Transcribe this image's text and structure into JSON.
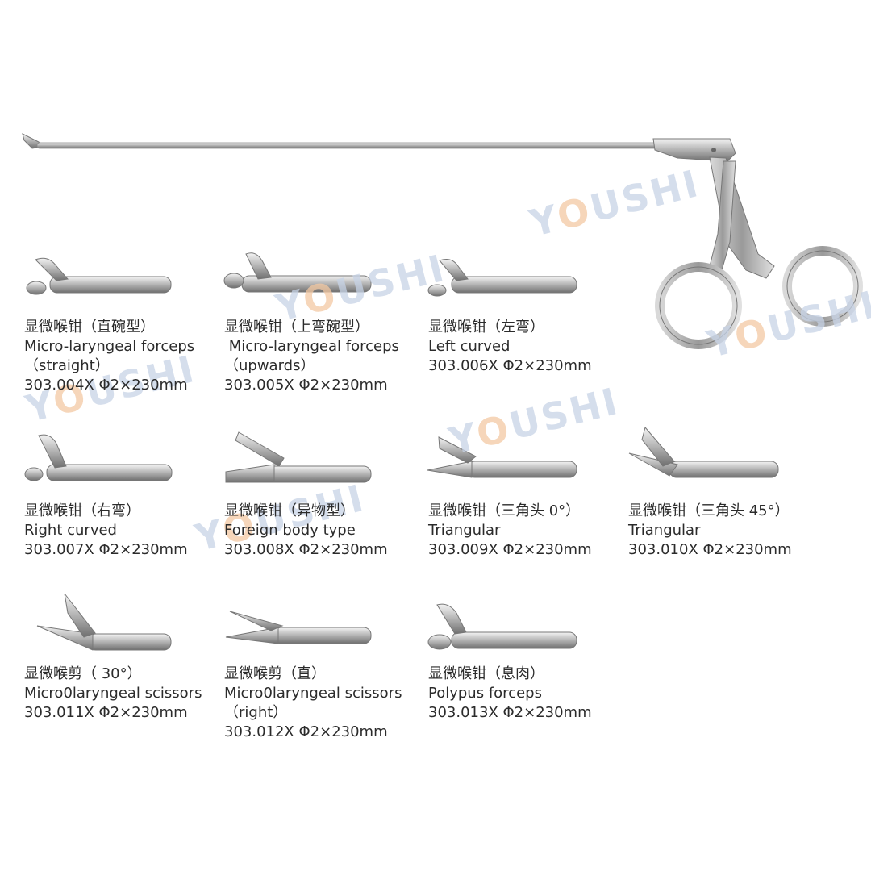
{
  "brand": {
    "watermark_text": "YOUSHI",
    "accent_letter_color": "#f3c9a3",
    "watermark_color": "#c7d3e6"
  },
  "products": [
    {
      "cn": "显微喉钳（直碗型）",
      "en": "Micro-laryngeal forceps",
      "en2": "（straight）",
      "spec": "303.004X  Φ2×230mm",
      "icon": "straight-cup-forceps-icon"
    },
    {
      "cn": "显微喉钳（上弯碗型）",
      "en": " Micro-laryngeal forceps",
      "en2": "（upwards）",
      "spec": "303.005X  Φ2×230mm",
      "icon": "upward-cup-forceps-icon"
    },
    {
      "cn": "显微喉钳（左弯）",
      "en": "Left curved",
      "en2": "",
      "spec": "303.006X  Φ2×230mm",
      "icon": "left-curved-forceps-icon"
    },
    {
      "cn": "显微喉钳（右弯）",
      "en": "Right curved",
      "en2": "",
      "spec": "303.007X  Φ2×230mm",
      "icon": "right-curved-forceps-icon"
    },
    {
      "cn": "显微喉钳（异物型）",
      "en": "Foreign body type",
      "en2": "",
      "spec": "303.008X  Φ2×230mm",
      "icon": "foreign-body-forceps-icon"
    },
    {
      "cn": "显微喉钳（三角头 0°）",
      "en": "Triangular",
      "en2": "",
      "spec": "303.009X  Φ2×230mm",
      "icon": "triangular-0-forceps-icon"
    },
    {
      "cn": "显微喉钳（三角头 45°）",
      "en": "Triangular",
      "en2": "",
      "spec": "303.010X  Φ2×230mm",
      "icon": "triangular-45-forceps-icon"
    },
    {
      "cn": "显微喉剪（ 30°）",
      "en": "Micro0laryngeal scissors",
      "en2": "",
      "spec": "303.011X  Φ2×230mm",
      "icon": "scissors-30-icon"
    },
    {
      "cn": "显微喉剪（直）",
      "en": "Micro0laryngeal scissors",
      "en2": "（right）",
      "spec": "303.012X  Φ2×230mm",
      "icon": "scissors-straight-icon"
    },
    {
      "cn": "显微喉钳（息肉）",
      "en": "Polypus forceps",
      "en2": "",
      "spec": "303.013X  Φ2×230mm",
      "icon": "polypus-forceps-icon"
    }
  ]
}
